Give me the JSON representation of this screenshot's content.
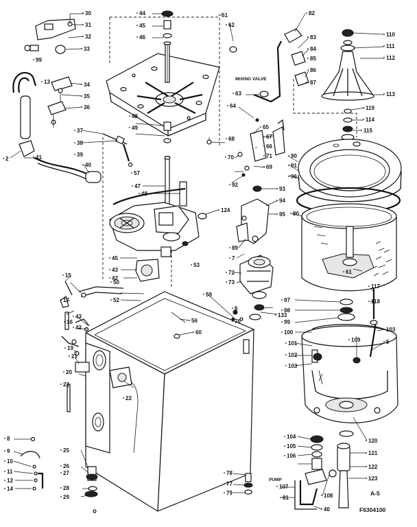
{
  "diagram": {
    "part_labels": [
      {
        "id": "l30",
        "text": "30"
      },
      {
        "id": "l31",
        "text": "31"
      },
      {
        "id": "l32",
        "text": "32"
      },
      {
        "id": "l33",
        "text": "33"
      },
      {
        "id": "l99",
        "text": "99"
      },
      {
        "id": "l13",
        "text": "13"
      },
      {
        "id": "l34",
        "text": "34"
      },
      {
        "id": "l35",
        "text": "35"
      },
      {
        "id": "l36",
        "text": "36"
      },
      {
        "id": "l37",
        "text": "37"
      },
      {
        "id": "l38",
        "text": "38"
      },
      {
        "id": "l39",
        "text": "39"
      },
      {
        "id": "l40",
        "text": "40"
      },
      {
        "id": "l41",
        "text": "41"
      },
      {
        "id": "l2",
        "text": "2"
      },
      {
        "id": "l57a",
        "text": "57"
      },
      {
        "id": "l44",
        "text": "44"
      },
      {
        "id": "l45",
        "text": "45"
      },
      {
        "id": "l46",
        "text": "46"
      },
      {
        "id": "l51",
        "text": "51"
      },
      {
        "id": "l62",
        "text": "62"
      },
      {
        "id": "l48",
        "text": "48"
      },
      {
        "id": "l49",
        "text": "49"
      },
      {
        "id": "l47",
        "text": "47"
      },
      {
        "id": "l48b",
        "text": "48"
      },
      {
        "id": "l124",
        "text": "124"
      },
      {
        "id": "l45b",
        "text": "45"
      },
      {
        "id": "l43",
        "text": "43"
      },
      {
        "id": "l42",
        "text": "42"
      },
      {
        "id": "l53",
        "text": "53"
      },
      {
        "id": "l15",
        "text": "15"
      },
      {
        "id": "l50",
        "text": "50"
      },
      {
        "id": "l17",
        "text": "17"
      },
      {
        "id": "l52",
        "text": "52"
      },
      {
        "id": "l43b",
        "text": "43"
      },
      {
        "id": "l42b",
        "text": "42"
      },
      {
        "id": "l16",
        "text": "16"
      },
      {
        "id": "l19",
        "text": "19"
      },
      {
        "id": "l20",
        "text": "20"
      },
      {
        "id": "l21",
        "text": "21"
      },
      {
        "id": "l22",
        "text": "22"
      },
      {
        "id": "l23",
        "text": "23"
      },
      {
        "id": "l56",
        "text": "56"
      },
      {
        "id": "l60",
        "text": "60"
      },
      {
        "id": "l59",
        "text": "59"
      },
      {
        "id": "l8",
        "text": "8"
      },
      {
        "id": "l9",
        "text": "9"
      },
      {
        "id": "l10",
        "text": "10"
      },
      {
        "id": "l11",
        "text": "11"
      },
      {
        "id": "l12",
        "text": "12"
      },
      {
        "id": "l14",
        "text": "14"
      },
      {
        "id": "l25",
        "text": "25"
      },
      {
        "id": "l26",
        "text": "26"
      },
      {
        "id": "l27",
        "text": "27"
      },
      {
        "id": "l28",
        "text": "28"
      },
      {
        "id": "l29",
        "text": "29"
      },
      {
        "id": "l82",
        "text": "82"
      },
      {
        "id": "l83",
        "text": "83"
      },
      {
        "id": "l84",
        "text": "84"
      },
      {
        "id": "l85",
        "text": "85"
      },
      {
        "id": "l86",
        "text": "86"
      },
      {
        "id": "l87",
        "text": "87"
      },
      {
        "id": "l63",
        "text": "63"
      },
      {
        "id": "l64",
        "text": "64"
      },
      {
        "id": "l65",
        "text": "65"
      },
      {
        "id": "l67",
        "text": "67"
      },
      {
        "id": "l66",
        "text": "66"
      },
      {
        "id": "l68",
        "text": "68"
      },
      {
        "id": "l69",
        "text": "69"
      },
      {
        "id": "l70",
        "text": "70"
      },
      {
        "id": "l71",
        "text": "71"
      },
      {
        "id": "l93",
        "text": "93"
      },
      {
        "id": "l94",
        "text": "94"
      },
      {
        "id": "l95",
        "text": "95"
      },
      {
        "id": "l89",
        "text": "89"
      },
      {
        "id": "l7",
        "text": "7"
      },
      {
        "id": "l92",
        "text": "92"
      },
      {
        "id": "l72",
        "text": "72"
      },
      {
        "id": "l73",
        "text": "73"
      },
      {
        "id": "l6",
        "text": "6"
      },
      {
        "id": "l133",
        "text": "133"
      },
      {
        "id": "l76",
        "text": "76"
      },
      {
        "id": "l78",
        "text": "78"
      },
      {
        "id": "l77",
        "text": "77"
      },
      {
        "id": "l79",
        "text": "79"
      },
      {
        "id": "l110",
        "text": "110"
      },
      {
        "id": "l111",
        "text": "111"
      },
      {
        "id": "l112",
        "text": "112"
      },
      {
        "id": "l113",
        "text": "113"
      },
      {
        "id": "l119",
        "text": "119"
      },
      {
        "id": "l114",
        "text": "114"
      },
      {
        "id": "l115",
        "text": "115"
      },
      {
        "id": "l90",
        "text": "90"
      },
      {
        "id": "l91",
        "text": "91"
      },
      {
        "id": "l97",
        "text": "97"
      },
      {
        "id": "l98",
        "text": "98"
      },
      {
        "id": "l99b",
        "text": "99"
      },
      {
        "id": "l100",
        "text": "100"
      },
      {
        "id": "l101",
        "text": "101"
      },
      {
        "id": "l102",
        "text": "102"
      },
      {
        "id": "l103",
        "text": "103"
      },
      {
        "id": "l109",
        "text": "109"
      },
      {
        "id": "l117",
        "text": "117"
      },
      {
        "id": "l118",
        "text": "118"
      },
      {
        "id": "l103b",
        "text": "103"
      },
      {
        "id": "l120",
        "text": "120"
      },
      {
        "id": "l104",
        "text": "104"
      },
      {
        "id": "l105",
        "text": "105"
      },
      {
        "id": "l106",
        "text": "106"
      },
      {
        "id": "l121",
        "text": "121"
      },
      {
        "id": "l122",
        "text": "122"
      },
      {
        "id": "l123",
        "text": "123"
      },
      {
        "id": "l107",
        "text": "107"
      },
      {
        "id": "l108",
        "text": "108"
      },
      {
        "id": "l81",
        "text": "81"
      },
      {
        "id": "l40b",
        "text": "40"
      },
      {
        "id": "l5",
        "text": "5"
      },
      {
        "id": "l61",
        "text": "61"
      },
      {
        "id": "l96",
        "text": "96"
      },
      {
        "id": "l80",
        "text": "80"
      }
    ],
    "word_labels": {
      "mixing_valve": "MIXING VALVE",
      "pump": "PUMP",
      "page_code": "A-5",
      "figure_number": "F6304100"
    }
  }
}
